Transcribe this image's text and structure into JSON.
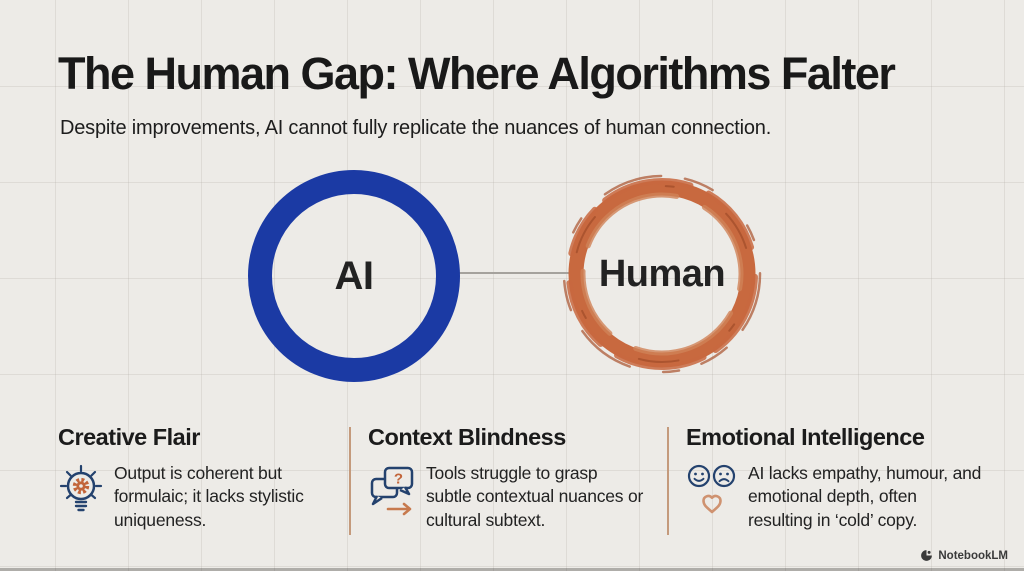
{
  "slide": {
    "title": "The Human Gap: Where Algorithms Falter",
    "subtitle": "Despite improvements, AI cannot fully replicate the nuances of human connection."
  },
  "diagram": {
    "left_node": {
      "label": "AI",
      "ring_style": "solid",
      "color": "#1b3aa4"
    },
    "right_node": {
      "label": "Human",
      "ring_style": "brush-stroke",
      "color": "#c8693f"
    },
    "connector": {
      "type": "line",
      "color": "#a5a29d"
    }
  },
  "columns": [
    {
      "heading": "Creative Flair",
      "icon": "lightbulb-gear-icon",
      "body": "Output is coherent but formulaic; it lacks stylistic uniqueness."
    },
    {
      "heading": "Context Blindness",
      "icon": "chat-question-icon",
      "body": "Tools struggle to grasp subtle contextual nuances or cultural subtext."
    },
    {
      "heading": "Emotional Intelligence",
      "icon": "faces-heart-icon",
      "body": "AI lacks empathy, humour, and emotional depth, often resulting in ‘cold’ copy."
    }
  ],
  "icons": {
    "question_mark": "?"
  },
  "watermark": {
    "logo": "notebooklm-logo-icon",
    "label": "NotebookLM"
  },
  "colors": {
    "background": "#edebe7",
    "grid_line": "#dedcd6",
    "ai_blue": "#1b3aa4",
    "human_orange": "#c8693f",
    "divider_tan": "#c49a7c",
    "icon_navy": "#24426e",
    "icon_orange": "#c2653a",
    "text_dark": "#1a1a1a"
  }
}
